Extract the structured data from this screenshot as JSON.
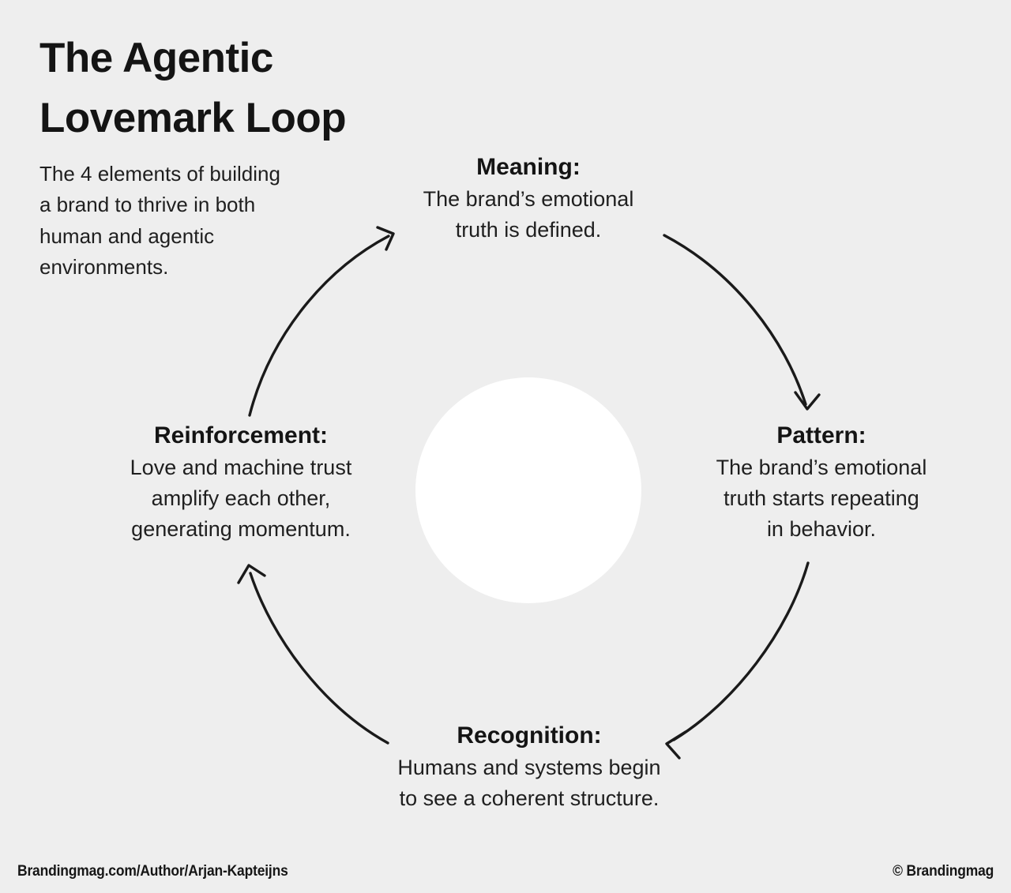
{
  "background_color": "#eeeeee",
  "text_color": "#1a1a1a",
  "header": {
    "title": "The Agentic\nLovemark Loop",
    "subtitle": "The 4 elements of building\na brand to thrive in both\nhuman and agentic\nenvironments."
  },
  "diagram": {
    "type": "cycle-loop",
    "center_shape": "white-circle",
    "center_color": "#ffffff",
    "stroke_color": "#1a1a1a",
    "stages": [
      {
        "id": "meaning",
        "position": "top",
        "title": "Meaning:",
        "description": "The brand’s emotional\ntruth is defined."
      },
      {
        "id": "pattern",
        "position": "right",
        "title": "Pattern:",
        "description": "The brand’s emotional\ntruth starts repeating\nin behavior."
      },
      {
        "id": "recognition",
        "position": "bottom",
        "title": "Recognition:",
        "description": "Humans and systems begin\nto see a coherent structure."
      },
      {
        "id": "reinforcement",
        "position": "left",
        "title": "Reinforcement:",
        "description": "Love and machine trust\namplify each other,\ngenerating momentum."
      }
    ],
    "arrows": [
      {
        "id": "meaning-to-pattern",
        "from": "meaning",
        "to": "pattern"
      },
      {
        "id": "pattern-to-recognition",
        "from": "pattern",
        "to": "recognition"
      },
      {
        "id": "recognition-to-reinforcement",
        "from": "recognition",
        "to": "reinforcement"
      },
      {
        "id": "reinforcement-to-meaning",
        "from": "reinforcement",
        "to": "meaning"
      }
    ]
  },
  "footer": {
    "source": "Brandingmag.com/Author/Arjan-Kapteijns",
    "copyright": "© Brandingmag"
  }
}
